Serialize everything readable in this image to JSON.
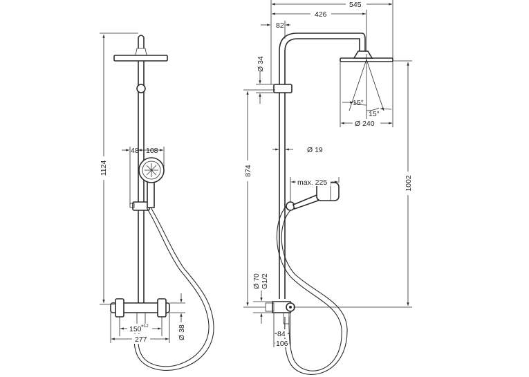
{
  "dimensions": {
    "d1124": "1124",
    "d48": "48",
    "d108": "108",
    "d150": "150",
    "d150_tol": "±12",
    "d277": "277",
    "d38": "Ø 38",
    "d545": "545",
    "d426": "426",
    "d82": "82",
    "d34": "Ø 34",
    "d15a": "15°",
    "d15b": "15°",
    "d240": "Ø 240",
    "d874": "874",
    "d19": "Ø 19",
    "dmax225": "max. 225",
    "d1002": "1002",
    "d70": "Ø 70",
    "dG12": "G1/2",
    "d84": "84",
    "d106": "106"
  },
  "colors": {
    "line": "#2a2a2a",
    "background": "#ffffff"
  }
}
